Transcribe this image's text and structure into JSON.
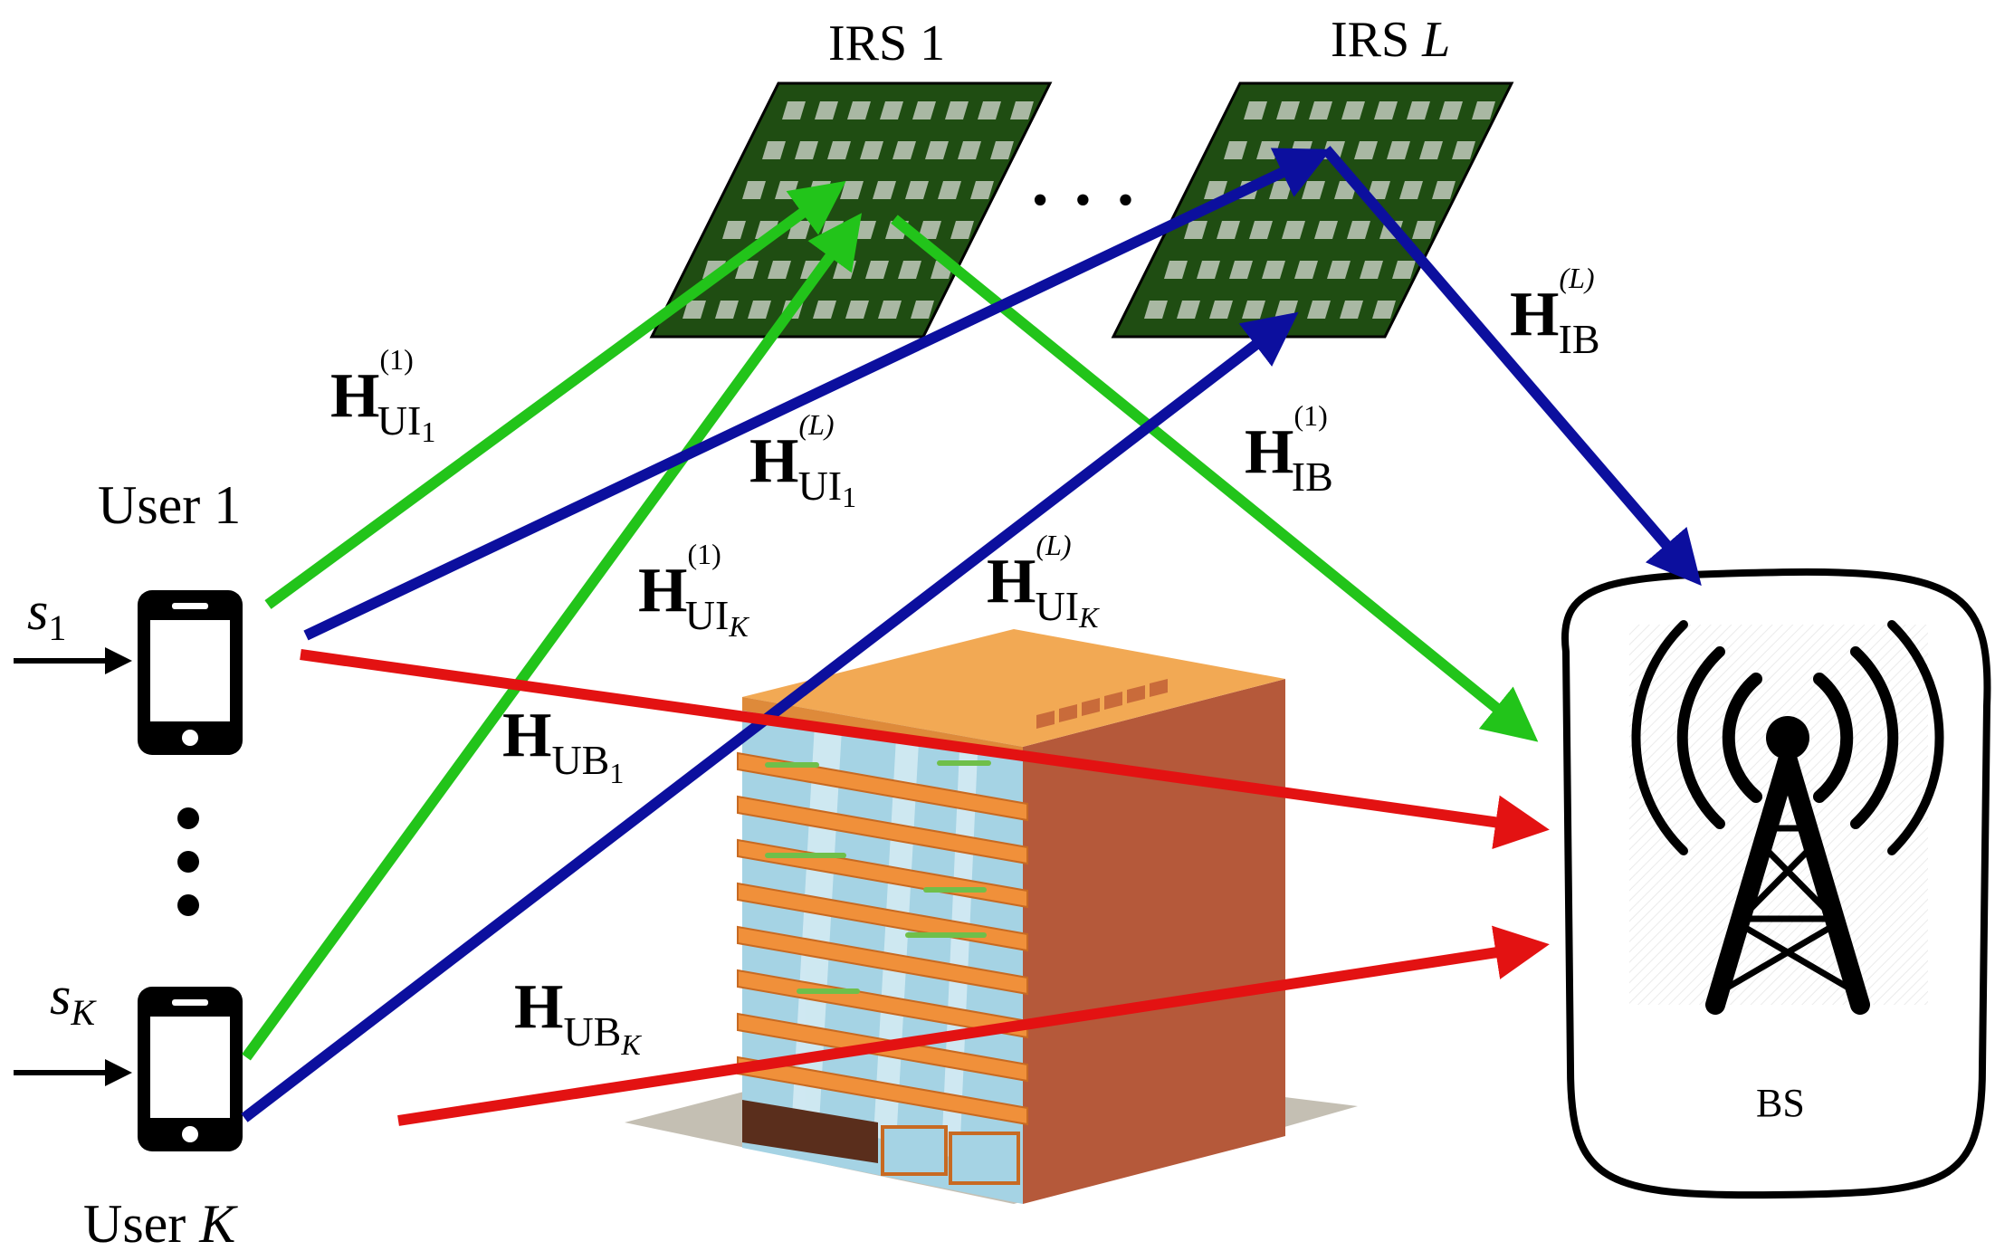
{
  "colors": {
    "green": "#22c41a",
    "blue": "#0c0f9e",
    "red": "#e31212",
    "irs_board": "#1f4d12",
    "irs_tile": "#a9b8a3"
  },
  "irs": [
    {
      "title": "IRS 1",
      "title_prefix": "IRS ",
      "title_index": "1"
    },
    {
      "title": "IRS L",
      "title_prefix": "IRS ",
      "title_index": "L"
    }
  ],
  "irs_ellipsis": "• • •",
  "users": [
    {
      "label": "User 1",
      "label_prefix": "User ",
      "label_index": "1",
      "signal": "s1",
      "signal_base": "s",
      "signal_sub": "1"
    },
    {
      "label": "User K",
      "label_prefix": "User ",
      "label_index": "K",
      "signal": "sK",
      "signal_base": "s",
      "signal_sub": "K"
    }
  ],
  "bs": {
    "label": "BS",
    "icon": "cell-tower-icon"
  },
  "channels": [
    {
      "id": "H_UI1_1",
      "color": "green",
      "main": "H",
      "sub": "UI",
      "sub_index": "1",
      "sup": "(1)"
    },
    {
      "id": "H_UI1_L",
      "color": "blue",
      "main": "H",
      "sub": "UI",
      "sub_index": "1",
      "sup": "(L)"
    },
    {
      "id": "H_UIK_1",
      "color": "green",
      "main": "H",
      "sub": "UI",
      "sub_index": "K",
      "sup": "(1)"
    },
    {
      "id": "H_UIK_L",
      "color": "blue",
      "main": "H",
      "sub": "UI",
      "sub_index": "K",
      "sup": "(L)"
    },
    {
      "id": "H_IB_1",
      "color": "green",
      "main": "H",
      "sub": "IB",
      "sub_index": "",
      "sup": "(1)"
    },
    {
      "id": "H_IB_L",
      "color": "blue",
      "main": "H",
      "sub": "IB",
      "sub_index": "",
      "sup": "(L)"
    },
    {
      "id": "H_UB1",
      "color": "red",
      "main": "H",
      "sub": "UB",
      "sub_index": "1",
      "sup": ""
    },
    {
      "id": "H_UBK",
      "color": "red",
      "main": "H",
      "sub": "UB",
      "sub_index": "K",
      "sup": ""
    }
  ]
}
